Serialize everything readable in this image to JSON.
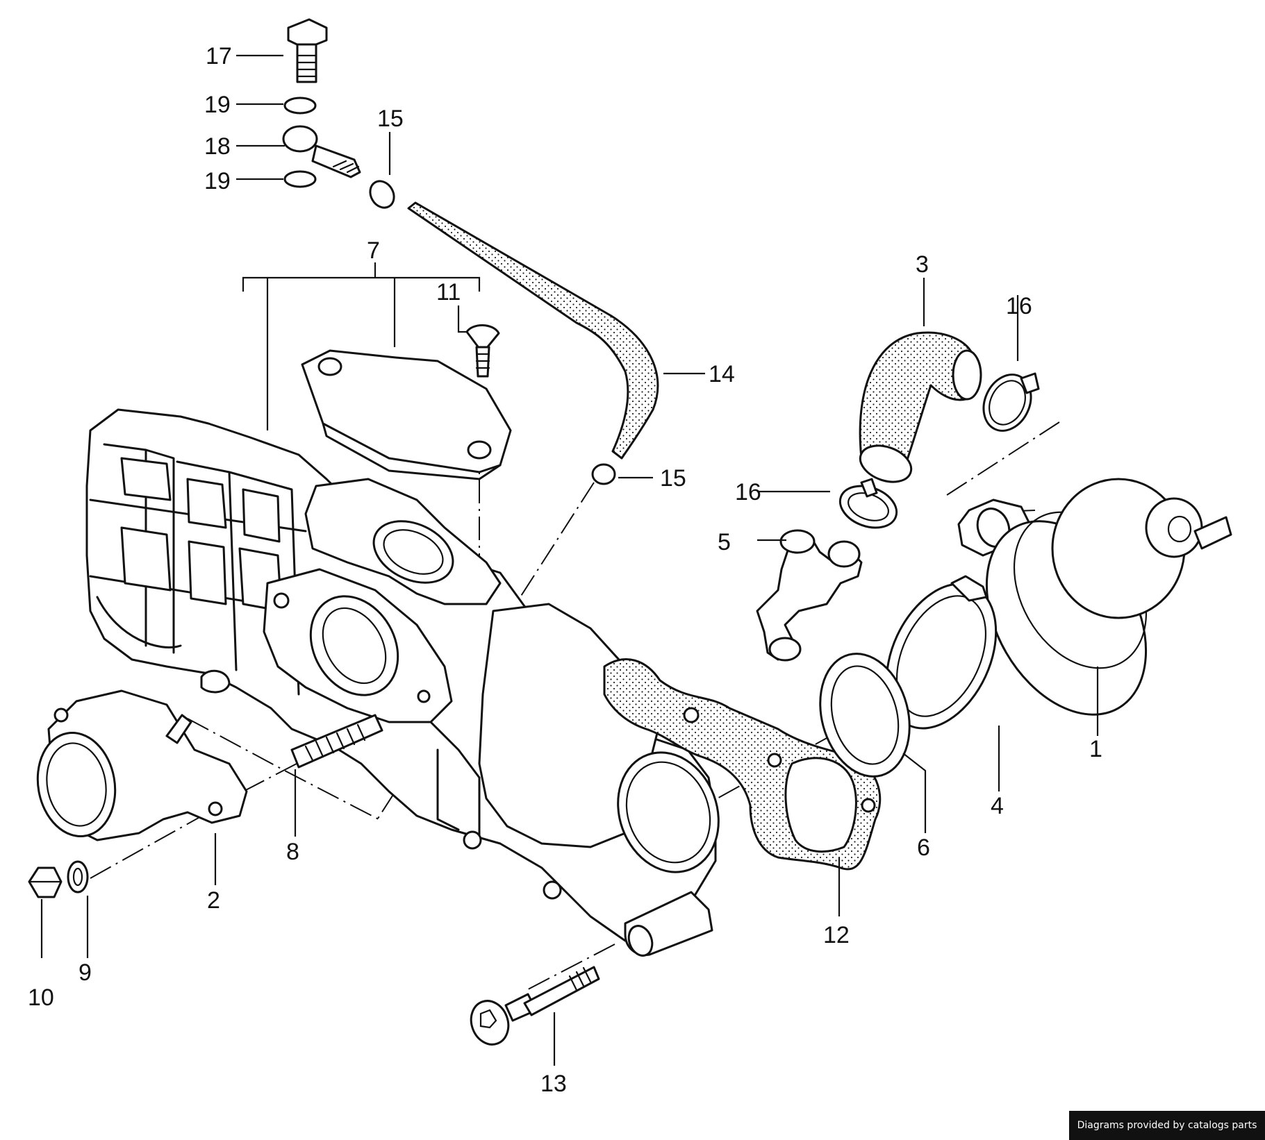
{
  "diagram": {
    "callouts": [
      {
        "id": "c1",
        "label": "1"
      },
      {
        "id": "c2",
        "label": "2"
      },
      {
        "id": "c3",
        "label": "3"
      },
      {
        "id": "c4",
        "label": "4"
      },
      {
        "id": "c5",
        "label": "5"
      },
      {
        "id": "c6",
        "label": "6"
      },
      {
        "id": "c7",
        "label": "7"
      },
      {
        "id": "c8",
        "label": "8"
      },
      {
        "id": "c9",
        "label": "9"
      },
      {
        "id": "c10",
        "label": "10"
      },
      {
        "id": "c11",
        "label": "11"
      },
      {
        "id": "c12",
        "label": "12"
      },
      {
        "id": "c13",
        "label": "13"
      },
      {
        "id": "c14",
        "label": "14"
      },
      {
        "id": "c15a",
        "label": "15"
      },
      {
        "id": "c15b",
        "label": "15"
      },
      {
        "id": "c16a",
        "label": "16"
      },
      {
        "id": "c16b",
        "label": "16"
      },
      {
        "id": "c17",
        "label": "17"
      },
      {
        "id": "c18",
        "label": "18"
      },
      {
        "id": "c19a",
        "label": "19"
      },
      {
        "id": "c19b",
        "label": "19"
      }
    ]
  },
  "credit": "Diagrams provided by catalogs parts"
}
